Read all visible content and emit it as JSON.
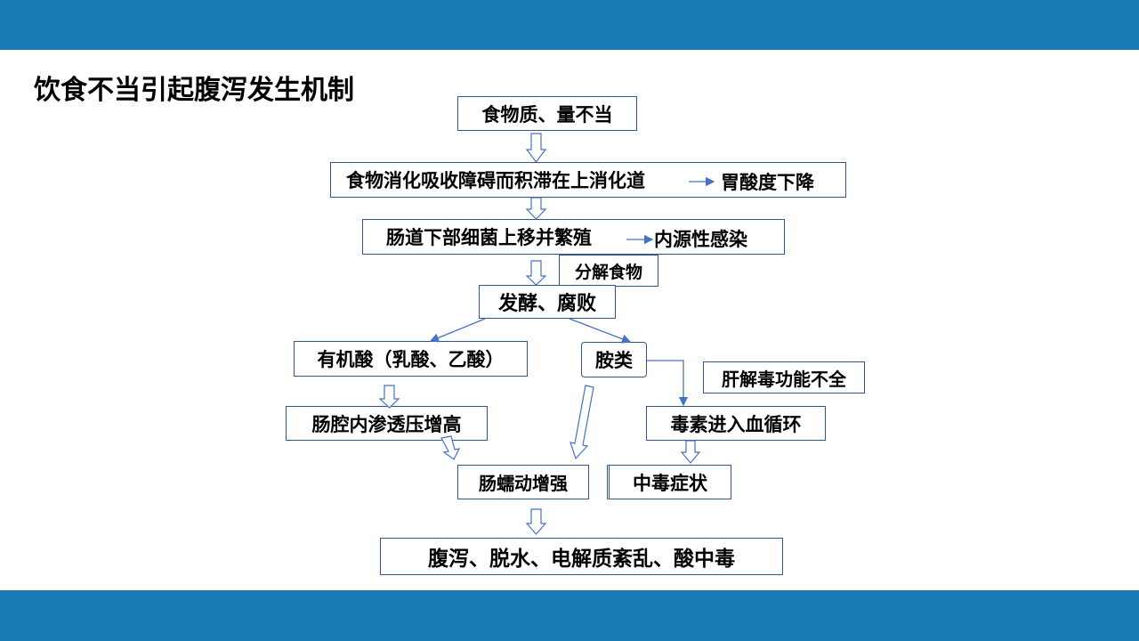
{
  "title": "饮食不当引起腹泻发生机制",
  "colors": {
    "band": "#1a7ab6",
    "box_border": "#2f5597",
    "arrow": "#4472c4"
  },
  "nodes": {
    "food_quality": "食物质、量不当",
    "digest_block": "食物消化吸收障碍而积滞在上消化道",
    "gastric_acid": "胃酸度下降",
    "bacteria_move": "肠道下部细菌上移并繁殖",
    "endogenous_infection": "内源性感染",
    "decompose_food": "分解食物",
    "fermentation": "发酵、腐败",
    "organic_acid": "有机酸（乳酸、乙酸）",
    "amines": "胺类",
    "liver_insufficiency": "肝解毒功能不全",
    "osmotic_pressure": "肠腔内渗透压增高",
    "toxin_circulation": "毒素进入血循环",
    "peristalsis": "肠蠕动增强",
    "toxic_symptoms": "中毒症状",
    "outcome": "腹泻、脱水、电解质紊乱、酸中毒"
  }
}
